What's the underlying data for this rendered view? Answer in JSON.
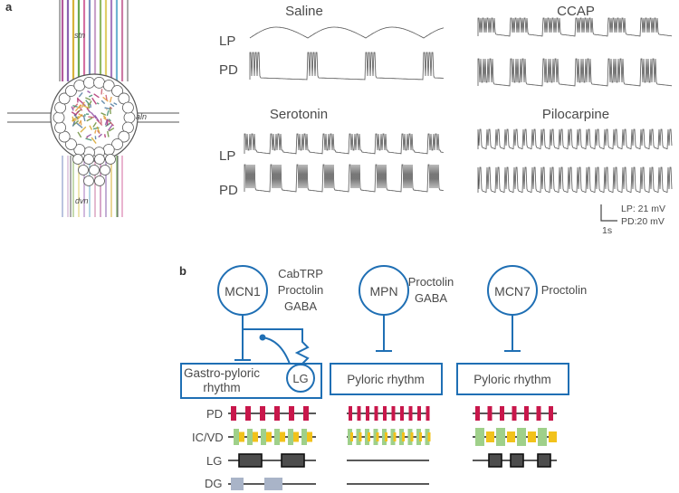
{
  "panel_a": {
    "label": "a",
    "ganglion": {
      "stn": "stn",
      "aln": "aln",
      "dvn": "dvn"
    },
    "traces": [
      {
        "title": "Saline",
        "rows": [
          "LP",
          "PD"
        ]
      },
      {
        "title": "CCAP",
        "rows": [
          "",
          ""
        ]
      },
      {
        "title": "Serotonin",
        "rows": [
          "LP",
          "PD"
        ]
      },
      {
        "title": "Pilocarpine",
        "rows": [
          "",
          ""
        ]
      }
    ],
    "scale_bar": {
      "lp": "LP: 21 mV",
      "pd": "PD:20 mV",
      "time": "1s"
    }
  },
  "panel_b": {
    "label": "b",
    "neurons": [
      {
        "name": "MCN1",
        "transmitters": [
          "CabTRP",
          "Proctolin",
          "GABA"
        ],
        "rhythm": [
          "Gastro-pyloric",
          "rhythm"
        ],
        "inner": "LG"
      },
      {
        "name": "MPN",
        "transmitters": [
          "Proctolin",
          "GABA"
        ],
        "rhythm": [
          "Pyloric rhythm"
        ]
      },
      {
        "name": "MCN7",
        "transmitters": [
          "Proctolin"
        ],
        "rhythm": [
          "Pyloric rhythm"
        ]
      }
    ],
    "raster_rows": [
      "PD",
      "IC/VD",
      "LG",
      "DG"
    ],
    "colors": {
      "PD": "#c8174b",
      "IC": "#f2c21b",
      "VD": "#9fd08a",
      "LG": "#4d4d4d",
      "DG": "#a9b4c8",
      "accent": "#1f6fb4"
    }
  }
}
